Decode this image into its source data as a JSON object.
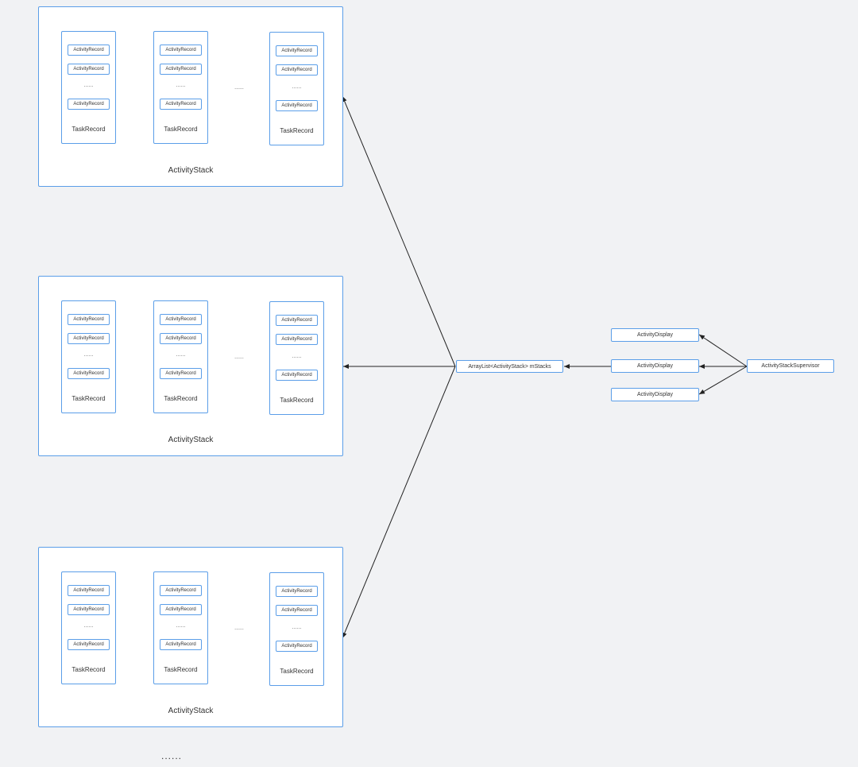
{
  "labels": {
    "activity_stack": "ActivityStack",
    "task_record": "TaskRecord",
    "activity_record": "ActivityRecord",
    "inner_dots": "......",
    "between_tasks_dots": "......",
    "bottom_dots": "......"
  },
  "nodes": {
    "array_list": "ArrayList<ActivityStack> mStacks",
    "activity_display": "ActivityDisplay",
    "supervisor": "ActivityStackSupervisor"
  },
  "colors": {
    "box_border": "#5b9ee8",
    "background": "#f1f2f4",
    "arrow": "#222222"
  }
}
